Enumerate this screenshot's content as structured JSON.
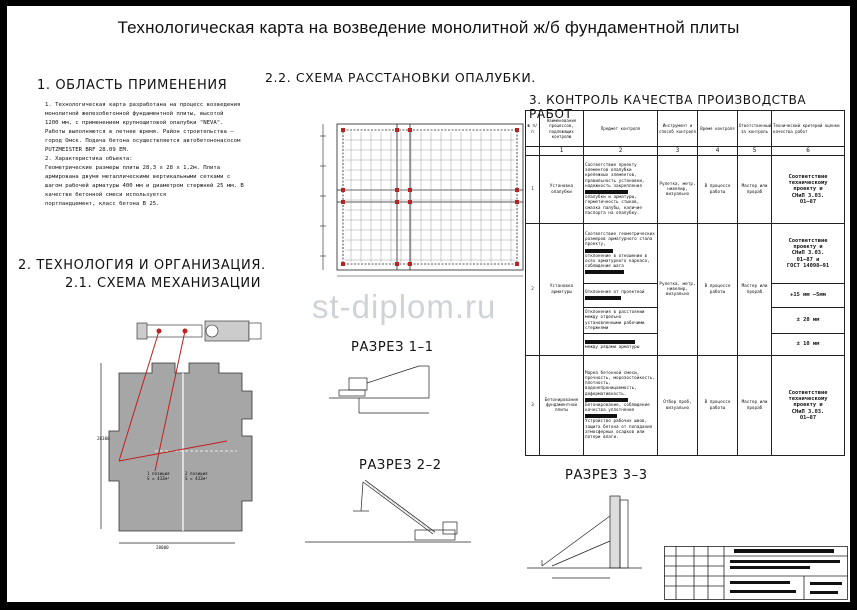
{
  "title": "Технологическая карта на возведение монолитной ж/б фундаментной плиты",
  "section1": {
    "heading": "1.  ОБЛАСТЬ  ПРИМЕНЕНИЯ",
    "lines": [
      "1. Технологическая карта разработана на процесс возведения",
      "монолитной железобетонной фундаментной плиты, высотой",
      "1200 мм, с применением крупнощитовой опалубки \"NEVA\".",
      "Работы выполняются в летнее время. Район строительства –",
      "город Омск. Подача бетона осуществляется автобетононасосом",
      "PUTZMEISTER BRF 28.09 EM.",
      "2. Характеристика объекта:",
      "Геометрические размеры плиты  28,3 х 28 х 1,2м. Плита",
      "армирована двумя металлическими вертикальными сетками с",
      "шагом рабочей арматуры 400 мм и диаметром стержней 25 мм. В",
      "качестве бетонной смеси используется",
      "портландцемент, класс бетона  В 25."
    ]
  },
  "section2": {
    "heading": "2.  ТЕХНОЛОГИЯ  И  ОРГАНИЗАЦИЯ.",
    "subheading": "2.1.  СХЕМА  МЕХАНИЗАЦИИ",
    "zone1": [
      "2 позиция",
      "S = 432м²"
    ],
    "zone2": [
      "1 позиция",
      "S = 432м²"
    ],
    "dim_bottom": "28000",
    "dim_left": "28300"
  },
  "section22": {
    "heading": "2.2.  СХЕМА  РАССТАНОВКИ  ОПАЛУБКИ."
  },
  "sections": {
    "cut1": "РАЗРЕЗ  1–1",
    "cut2": "РАЗРЕЗ  2–2",
    "cut3": "РАЗРЕЗ  3–3"
  },
  "watermark": "st-diplom.ru",
  "section3": {
    "heading": "3.  КОНТРОЛЬ  КАЧЕСТВА  ПРОИЗВОДСТВА  РАБОТ",
    "columns": [
      "№ п/п",
      "Наименование процессов, подлежащих контролю",
      "Предмет контроля",
      "Инструмент и способ контроля",
      "Время контроля",
      "Ответственный за контроль",
      "Технический критерий оценки качества работ"
    ],
    "col_numbers": [
      "1",
      "2",
      "3",
      "4",
      "5",
      "6"
    ],
    "rows": [
      {
        "n": "1",
        "process": "Установка опалубки",
        "subject": [
          "Соответствие проекту элементов опалубки крепежных элементов,",
          "правильность установки, надежность закрепления",
          "опалубки и арматуры, герметичность стыков, смазка палубы, наличие",
          "паспорта на опалубку."
        ],
        "tool": "Рулетка, метр, нивелир, визуально",
        "time": "В процессе работы",
        "resp": "Мастер или прораб",
        "criteria": [
          "Соответствие",
          "техническому",
          "проекту и",
          "СНиП 3.03.",
          "01–87"
        ]
      },
      {
        "n": "2",
        "process": "Установка арматуры",
        "subject": [
          "Соответствие геометрических размеров арматурного стала проекту,",
          "отклонение в отношении в осях арматурного каркаса, соблюдение шага",
          "",
          "Отклонения от проектной",
          "",
          "Отклонения в расстоянии между отдельно установленными рабочими стержнями",
          "",
          "между рядами арматуры"
        ],
        "tool": "Рулетка, метр, нивелир, визуально",
        "time": "В процессе работы",
        "resp": "Мастер или прораб",
        "criteria": [
          "Соответствие",
          "проекту и",
          "СНиП 3.03.",
          "01–87 и",
          "ГОСТ 14098–91"
        ],
        "tolerances": [
          "+15 мм –5мм",
          "± 20 мм",
          "± 10 мм"
        ]
      },
      {
        "n": "3",
        "process": "Бетонирование фундаментной плиты",
        "subject": [
          "Марка бетонной смеси, прочность, морозостойкость, плотность,",
          "водонепроницаемость, деформативность.",
          "",
          "Бетонирование, соблюдение качества уплотнения",
          "",
          "Устройство рабочих швов, защита бетона от попадания атмосферных осадков или",
          "потери влаги."
        ],
        "tool": "Отбор проб, визуально",
        "time": "В процессе работы",
        "resp": "Мастер или прораб",
        "criteria": [
          "Соответствие",
          "техническому",
          "проекту и",
          "СНиП 3.03.",
          "01–87"
        ]
      }
    ]
  }
}
